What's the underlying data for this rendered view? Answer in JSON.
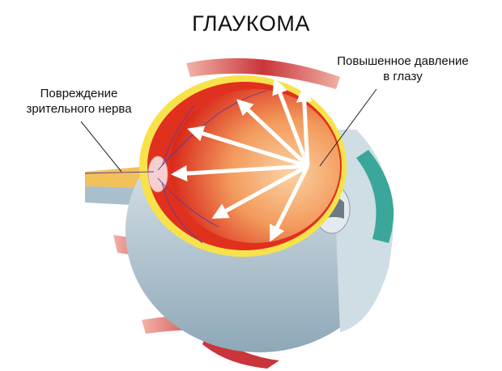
{
  "title": "ГЛАУКОМА",
  "labels": {
    "pressure_line1": "Повышенное давление",
    "pressure_line2": "в глазу",
    "nerve_line1": "Повреждение",
    "nerve_line2": "зрительного нерва"
  },
  "colors": {
    "retina": "#e0301e",
    "vitreous": "#f5a86a",
    "sclera": "#b8cbd6",
    "yellow_layer": "#f8e24a",
    "arrows": "#ffffff"
  }
}
